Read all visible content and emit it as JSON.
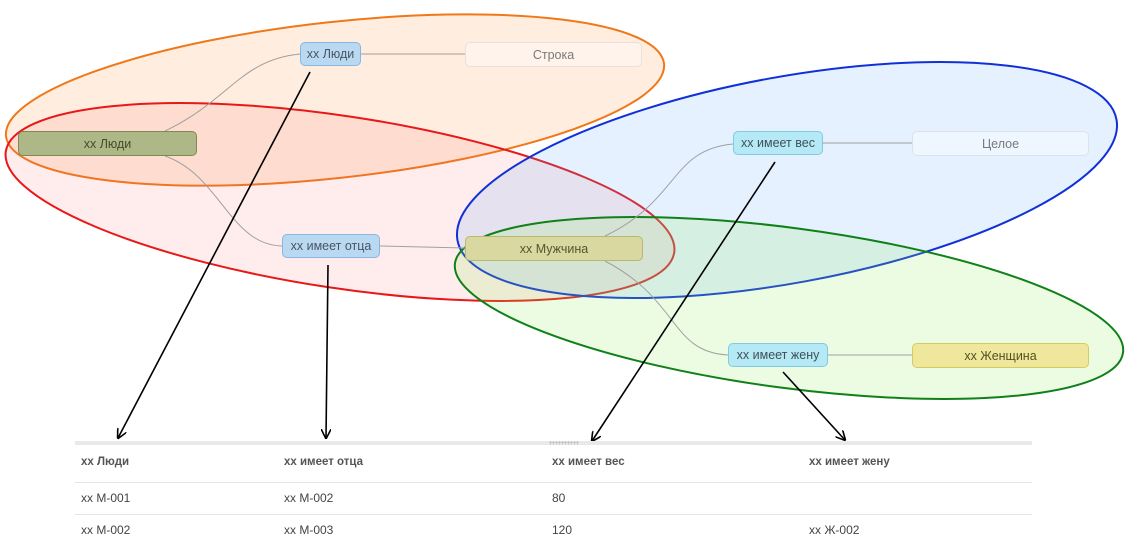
{
  "nodes": {
    "people_top": "хх Люди",
    "string_type": "Строка",
    "people_main": "хх Люди",
    "has_weight": "хх имеет вес",
    "integer_type": "Целое",
    "has_father": "хх имеет отца",
    "man": "хх Мужчина",
    "has_wife": "хх имеет жену",
    "woman": "хх Женщина"
  },
  "colors": {
    "orange_ellipse": "#f07818",
    "red_ellipse": "#e81818",
    "blue_ellipse": "#1030d8",
    "green_ellipse": "#108018"
  },
  "table": {
    "headers": [
      "хх Люди",
      "хх имеет отца",
      "хх имеет вес",
      "хх имеет жену"
    ],
    "rows": [
      [
        "хх М-001",
        "хх М-002",
        "80",
        ""
      ],
      [
        "хх М-002",
        "хх М-003",
        "120",
        "хх Ж-002"
      ]
    ]
  }
}
